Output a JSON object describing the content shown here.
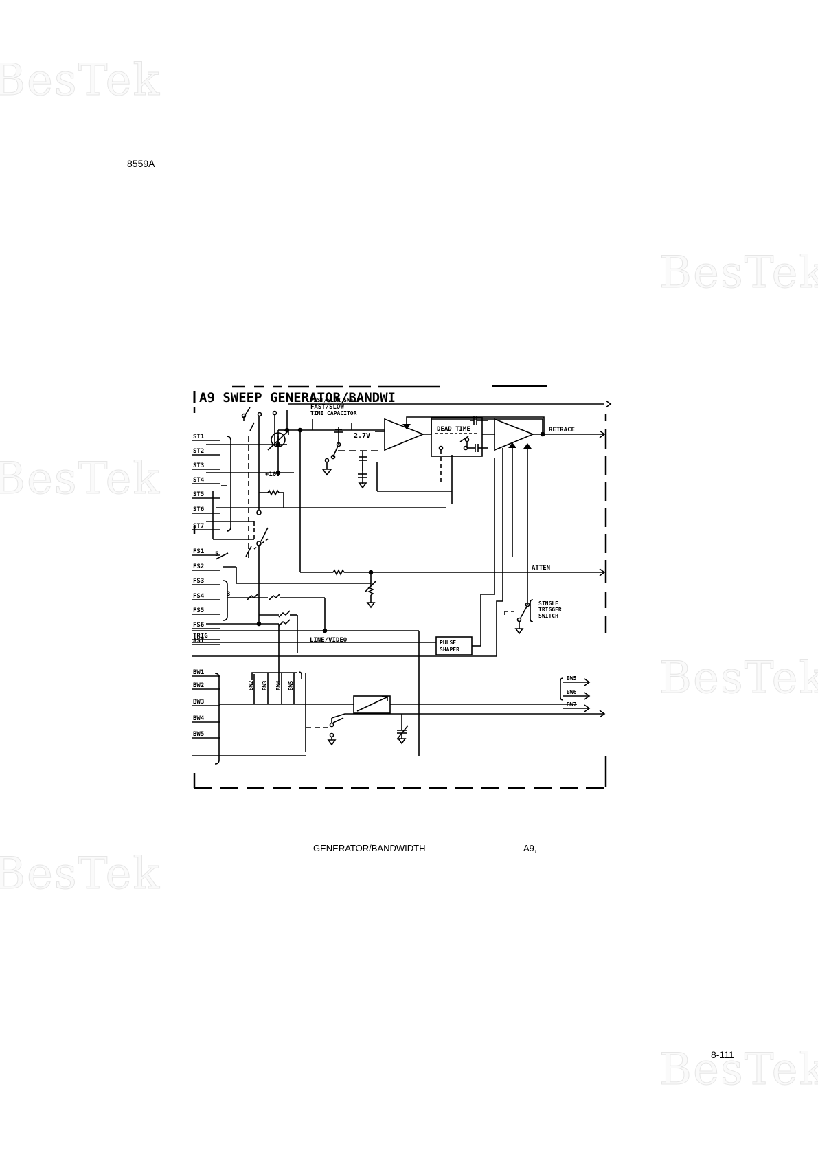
{
  "page": {
    "model": "8559A",
    "page_number": "8-111",
    "watermark": "BesTek"
  },
  "diagram": {
    "title": "A9 SWEEP GENERATOR/BANDWI",
    "inputs": [
      "ST1",
      "ST2",
      "ST3",
      "ST4",
      "ST5",
      "ST6",
      "ST7",
      "FS1",
      "FS2",
      "FS3",
      "FS4",
      "FS5",
      "FS6",
      "AST",
      "TRIG",
      "BW1",
      "BW2",
      "BW3",
      "BW4",
      "BW5"
    ],
    "bw_bus": [
      "BW2",
      "BW3",
      "BW4",
      "BW5"
    ],
    "outputs": [
      "RETRACE",
      "ATTEN",
      "BW5",
      "BW6",
      "BW7"
    ],
    "labels": {
      "fast_slow_sweep": "FAST/SLOW SWEEP",
      "fast_slow": "FAST/SLOW",
      "time_capacitor": "TIME CAPACITOR",
      "v27": "2.7V",
      "v10": "+10V",
      "dead_time": "DEAD TIME",
      "line_video": "LINE/VIDEO",
      "pulse": "PULSE",
      "shaper": "SHAPER",
      "single": "SINGLE",
      "trigger": "TRIGGER",
      "switch": "SWITCH",
      "bus5": "5",
      "bus3": "3"
    }
  },
  "caption": {
    "left": "GENERATOR/BANDWIDTH",
    "right": "A9,"
  }
}
